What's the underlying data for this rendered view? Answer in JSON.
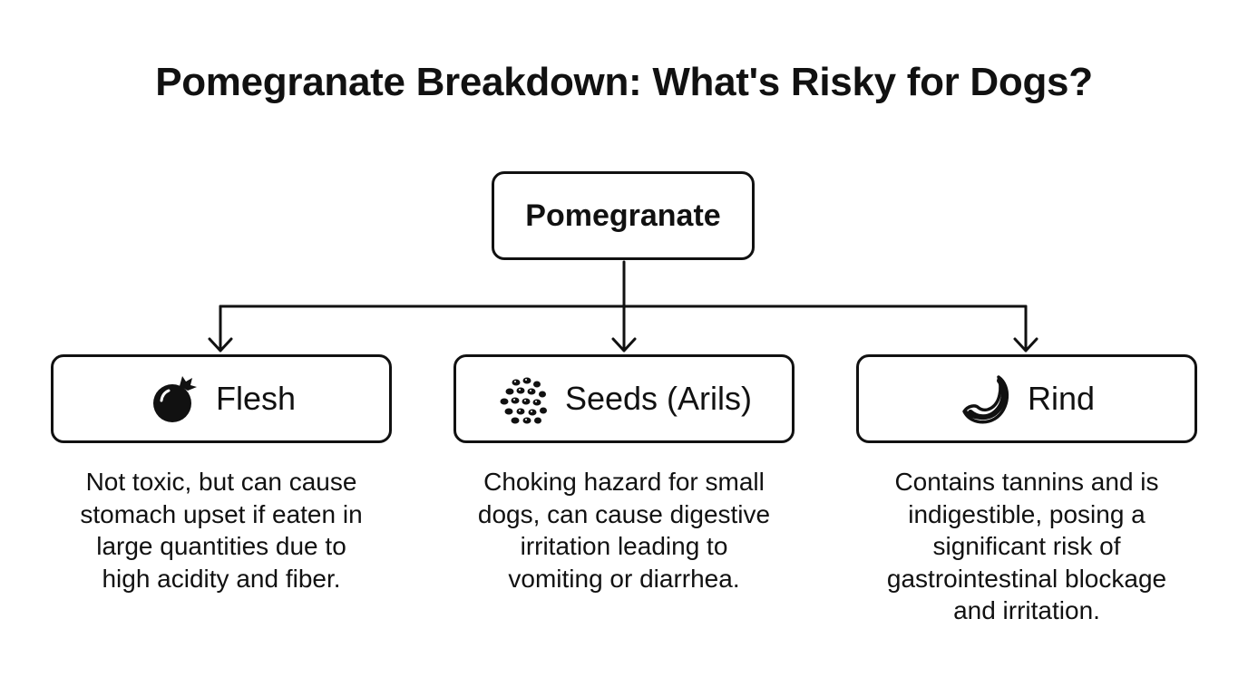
{
  "title": "Pomegranate Breakdown: What's Risky for Dogs?",
  "root": {
    "label": "Pomegranate"
  },
  "parts": [
    {
      "label": "Flesh",
      "icon": "pomegranate-icon",
      "description": [
        "Not toxic, but can cause",
        "stomach upset if eaten in",
        "large quantities due to",
        "high acidity and fiber."
      ]
    },
    {
      "label": "Seeds (Arils)",
      "icon": "seeds-icon",
      "description": [
        "Choking hazard for small",
        "dogs, can cause digestive",
        "irritation leading to",
        "vomiting or diarrhea."
      ]
    },
    {
      "label": "Rind",
      "icon": "rind-icon",
      "description": [
        "Contains tannins and is",
        "indigestible, posing a",
        "significant risk of",
        "gastrointestinal blockage",
        "and irritation."
      ]
    }
  ],
  "colors": {
    "stroke": "#111111",
    "background": "#ffffff"
  }
}
